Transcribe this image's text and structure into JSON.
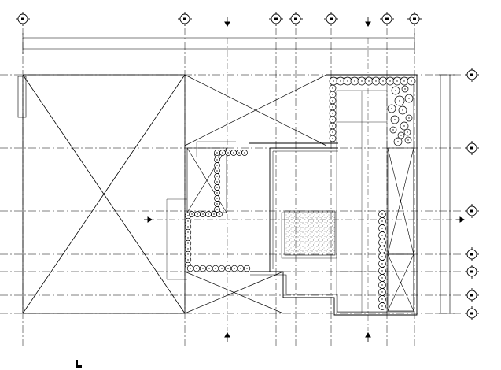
{
  "drawing": {
    "line_color": "#000000",
    "background": "#ffffff",
    "hatch_color": "#555555"
  },
  "grid": {
    "columns": [
      {
        "label": ""
      },
      {
        "label": ""
      },
      {
        "label": ""
      },
      {
        "label": ""
      },
      {
        "label": ""
      },
      {
        "label": ""
      },
      {
        "label": ""
      }
    ],
    "rows": [
      {
        "label": ""
      },
      {
        "label": ""
      },
      {
        "label": ""
      },
      {
        "label": ""
      },
      {
        "label": ""
      },
      {
        "label": ""
      },
      {
        "label": ""
      }
    ]
  },
  "section_markers": [
    {
      "name": "section-marker-top-left"
    },
    {
      "name": "section-marker-top-right"
    },
    {
      "name": "section-marker-bottom-left"
    },
    {
      "name": "section-marker-bottom-right"
    },
    {
      "name": "section-marker-mid-left"
    },
    {
      "name": "section-marker-mid-right"
    }
  ],
  "north_arrow": {
    "icon": "north-arrow-icon"
  }
}
